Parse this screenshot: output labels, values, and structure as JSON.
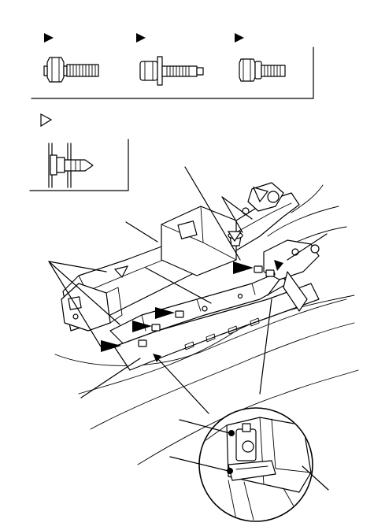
{
  "fastener_legend": {
    "solid_marker_items": [
      "flange-bolt",
      "washer-bolt",
      "flange-bolt-short"
    ],
    "hollow_marker_items": [
      "clip"
    ]
  },
  "main_view": {
    "callouts_solid_arrows": 5,
    "callouts_hollow_arrows": 3
  },
  "detail_view": {
    "shape": "circle",
    "leader_lines": 3
  }
}
